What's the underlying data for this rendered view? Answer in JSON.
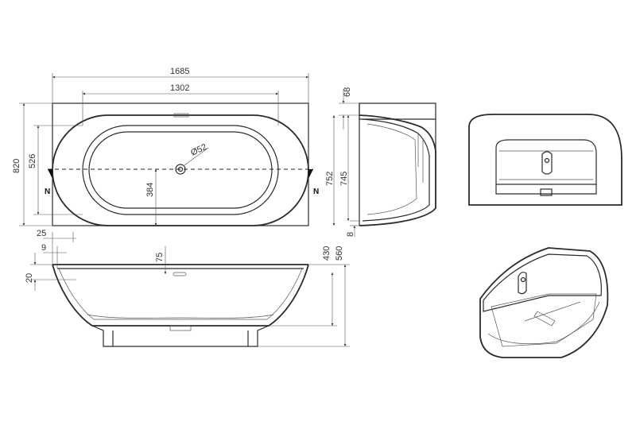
{
  "dimensions": {
    "total_length": "1685",
    "inner_length": "1302",
    "total_width": "820",
    "inner_width": "526",
    "drain_diameter": "Ø52",
    "drain_offset": "384",
    "rim_height": "68",
    "side_depth_752": "752",
    "side_depth_745": "745",
    "base_offset": "8",
    "edge_25": "25",
    "edge_9": "9",
    "edge_20": "20",
    "drain_height": "75",
    "height_430": "430",
    "height_560": "560"
  },
  "section_markers": {
    "left": "N",
    "right": "N"
  },
  "colors": {
    "line": "#2b2b2b",
    "dimension": "#555555"
  }
}
